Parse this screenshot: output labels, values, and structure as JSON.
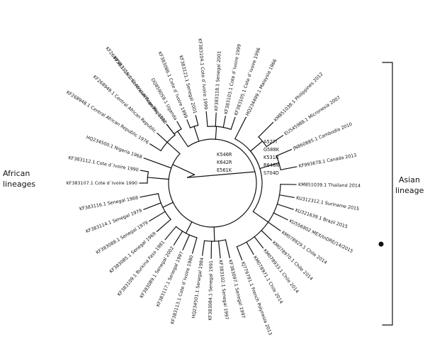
{
  "groups": {
    "african": [
      "African",
      "lineages"
    ],
    "asian": [
      "Asian",
      "lineage"
    ]
  },
  "mutations": {
    "african_branch": [
      "K546R",
      "K642R",
      "E561K"
    ],
    "asian_branch": [
      "A527I",
      "G588K",
      "K531R",
      "R648N",
      "S704D"
    ]
  },
  "leaves": [
    "KF383115.1 Central African Republic",
    "DQ859059.1 Uganda",
    "KF383086.1 Cote d`Ivoire 1999",
    "KF383121.1 Senegal 2001",
    "KF383104.1 Cote d`Ivoire 1999",
    "KF383118.1 Senegal 2001",
    "KF383103.1 Cote d`Ivoire 1999",
    "KF383105.1 Cote d`Ivoire 1996",
    "HQ234499.1 Malaysia 1966",
    "KM851038.1 Philippines 2012",
    "EU545988.1 Micronesia 2007",
    "JN860885.1 Cambodia 2010",
    "KF993678.1 Canada 2013",
    "KM851039.1 Thailand 2014",
    "KU312312.1 Suriname 2015",
    "KU321639.1 Brazil 2015",
    "KU556802 MEX/InDRE/14/2015",
    "KM078929.1 Chile 2014",
    "KM078970.1 Chile 2014",
    "KM078933.1 Chile 2014",
    "KM078971.1 Chile 2014",
    "KJ776791.1 French Polynesia 2013",
    "KF383097.1 Senegal 1997",
    "KF383102.1 Senegal 1997",
    "KF383084.1 Senegal 1991",
    "HQ234501.1 Senegal 1984",
    "KF383113.1 Cote d`Ivoire 1980",
    "KF383117.1 Senegal 1997",
    "KF383089.1 Senegal 2002",
    "KF383109.1 Burkina Faso 1981",
    "KF383085.1 Senegal 1969",
    "KF383088.1 Senegal 1979",
    "KF383114.1 Senegal 1979",
    "KF383116.1 Senegal 1968",
    "KF383107.1 Cote d`Ivoire 1990",
    "KF383112.1 Cote d`Ivoire 1990",
    "HQ234500.1 Nigeria 1968",
    "KF268948.1 Central African Republic 1976",
    "KF268949.1 Central African Republic",
    "KF268950.1 Central African Republic 1980"
  ],
  "colors": {
    "ink": "#111111",
    "background": "#ffffff"
  }
}
